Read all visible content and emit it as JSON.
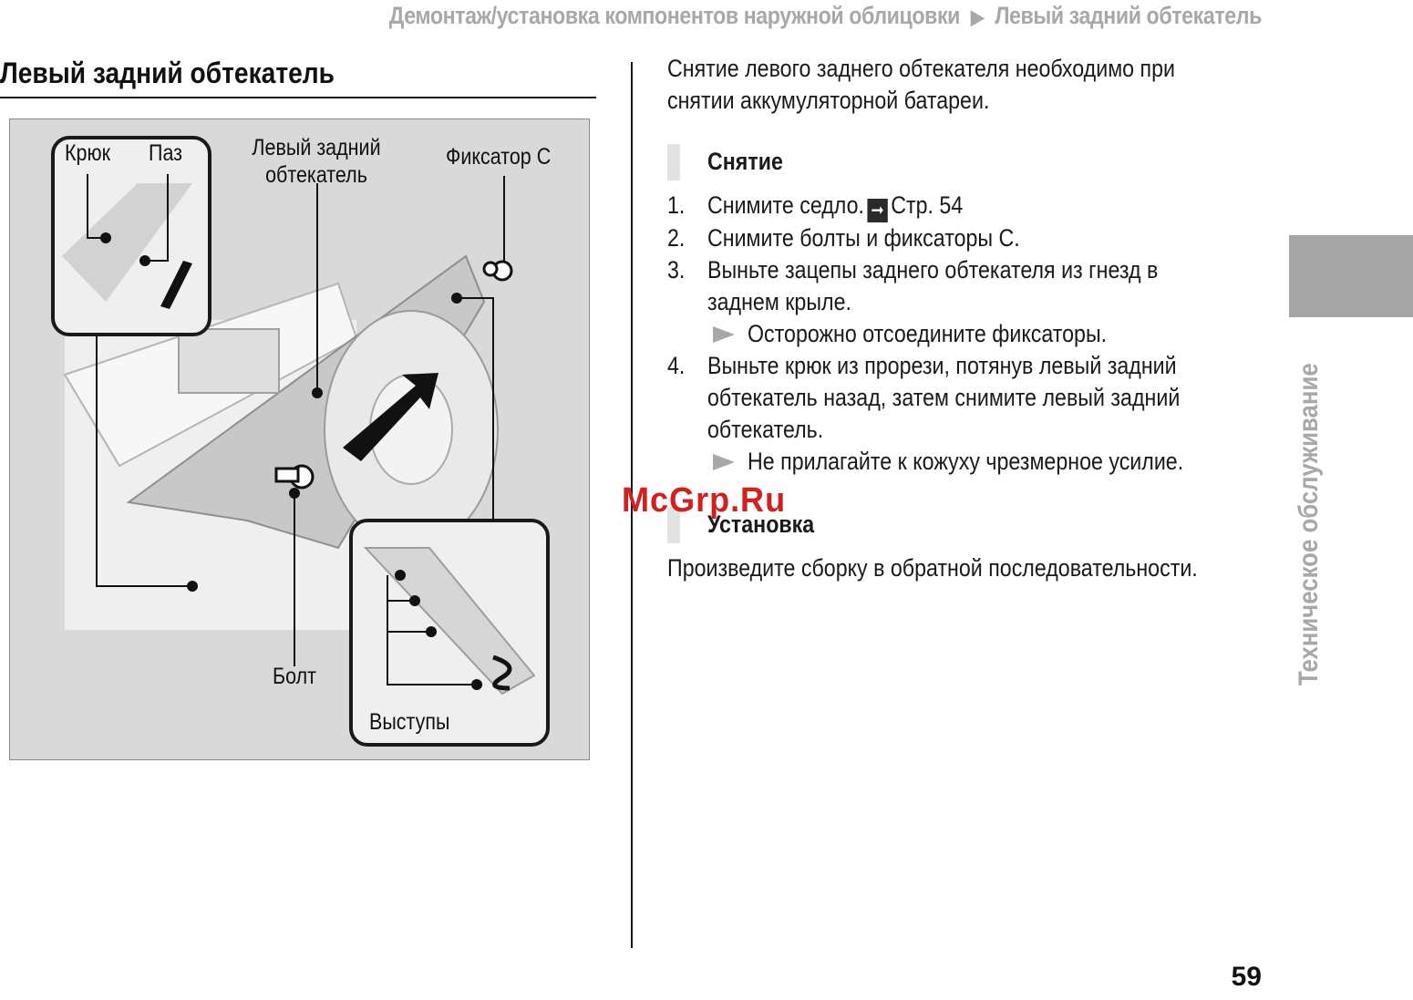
{
  "header": {
    "section": "Демонтаж/установка компонентов наружной облицовки",
    "current": "Левый задний обтекатель"
  },
  "page_title": "Левый задний обтекатель",
  "figure": {
    "labels": {
      "hook": "Крюк",
      "groove": "Паз",
      "panel_line1": "Левый задний",
      "panel_line2": "обтекатель",
      "clip": "Фиксатор С",
      "bolt": "Болт",
      "tabs": "Выступы"
    }
  },
  "intro": {
    "line1": "Снятие левого заднего обтекателя необходимо при",
    "line2": "снятии аккумуляторной батареи."
  },
  "removal": {
    "heading": "Снятие",
    "steps": [
      {
        "num": "1.",
        "text": "Снимите седло.",
        "ref": "Стр. 54"
      },
      {
        "num": "2.",
        "text": "Снимите болты и фиксаторы С."
      },
      {
        "num": "3.",
        "line1": "Выньте зацепы заднего обтекателя из гнезд в",
        "line2": "заднем крыле.",
        "note": "Осторожно отсоедините фиксаторы."
      },
      {
        "num": "4.",
        "line1": "Выньте крюк из прорези, потянув левый задний",
        "line2": "обтекатель назад, затем снимите левый задний",
        "line3": "обтекатель.",
        "note": "Не прилагайте к кожуху чрезмерное усилие."
      }
    ]
  },
  "installation": {
    "heading": "Установка",
    "text": "Произведите сборку в обратной последовательности."
  },
  "watermark": "McGrp.Ru",
  "side_tab_text": "Техническое обслуживание",
  "page_number": "59",
  "colors": {
    "accent_gray": "#a5a5a5",
    "figure_bg": "#d9d9d9",
    "watermark_red": "#d31f1f"
  }
}
